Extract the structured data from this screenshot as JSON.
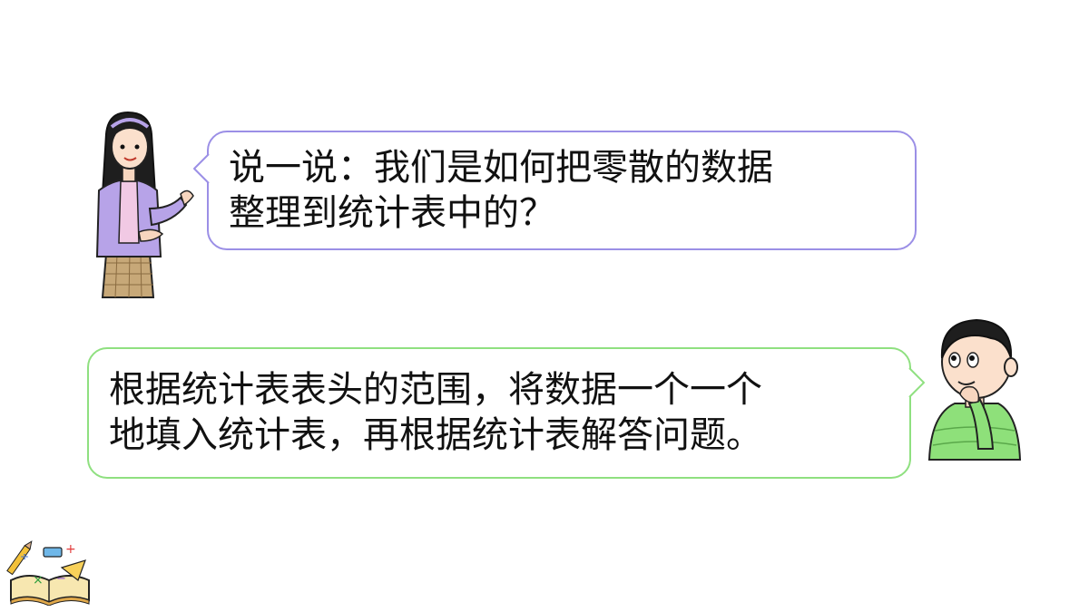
{
  "teacher": {
    "question": {
      "line1": "说一说：我们是如何把零散的数据",
      "line2": "整理到统计表中的？"
    }
  },
  "student": {
    "answer": {
      "line1": "根据统计表表头的范围，将数据一个一个",
      "line2": "地填入统计表，再根据统计表解答问题。"
    }
  },
  "colors": {
    "question_border": "#9b8fe6",
    "answer_border": "#8fe080",
    "teacher_jacket": "#b7a3e8",
    "student_sweater": "#8ee07a"
  },
  "icons": [
    "teacher-icon",
    "boy-thinking-icon",
    "math-book-icon"
  ]
}
